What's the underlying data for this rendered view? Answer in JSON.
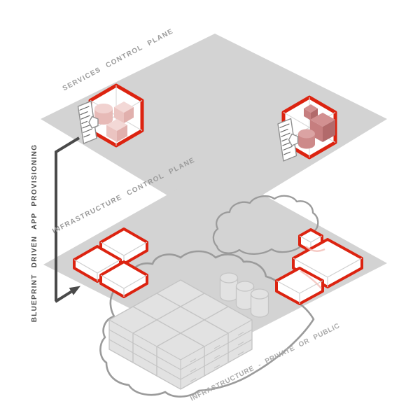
{
  "labels": {
    "services_plane": "SERVICES CONTROL PLANE",
    "infrastructure_plane": "INFRASTRUCTURE CONTROL PLANE",
    "blueprint_flow": "BLUEPRINT DRIVEN APP PROVISIONING",
    "infrastructure_bottom": "INFRASTRUCTURE - PRIVATE OR PUBLIC"
  },
  "colors": {
    "background": "#ffffff",
    "plane": "#d3d3d3",
    "accent_red": "#dc2310",
    "label_gray": "#9a9a9a",
    "label_light": "#ababab",
    "label_dark": "#4d4d4d",
    "connector": "#4a4a4a",
    "cloud_stroke": "#9b9b9b",
    "server_fill": "#e2e2e2",
    "server_stroke": "#c4c4c4",
    "pink_top": "#f3d8d6",
    "pink_left": "#ebc4c1",
    "pink_right": "#e1b0ad",
    "pink_cyl_top": "#f1d2d0",
    "pink_cyl_body": "#e7bab7",
    "dark_pink_top": "#d29091",
    "dark_pink_left": "#c67e7f",
    "dark_pink_right": "#b26a6b",
    "dark_pink_cyl_top": "#dba3a3",
    "dark_pink_cyl_body": "#cd8a8a"
  },
  "icons": [
    {
      "name": "service-container-hexagon-icon",
      "count": 2
    },
    {
      "name": "blueprint-document-icon",
      "count": 2
    },
    {
      "name": "app-slab-icon",
      "count": 6
    },
    {
      "name": "cloud-icon",
      "count": 2
    },
    {
      "name": "server-stack-icon",
      "count": 9
    },
    {
      "name": "database-cylinder-icon",
      "count": 3
    },
    {
      "name": "flow-arrow-icon",
      "count": 1
    }
  ]
}
